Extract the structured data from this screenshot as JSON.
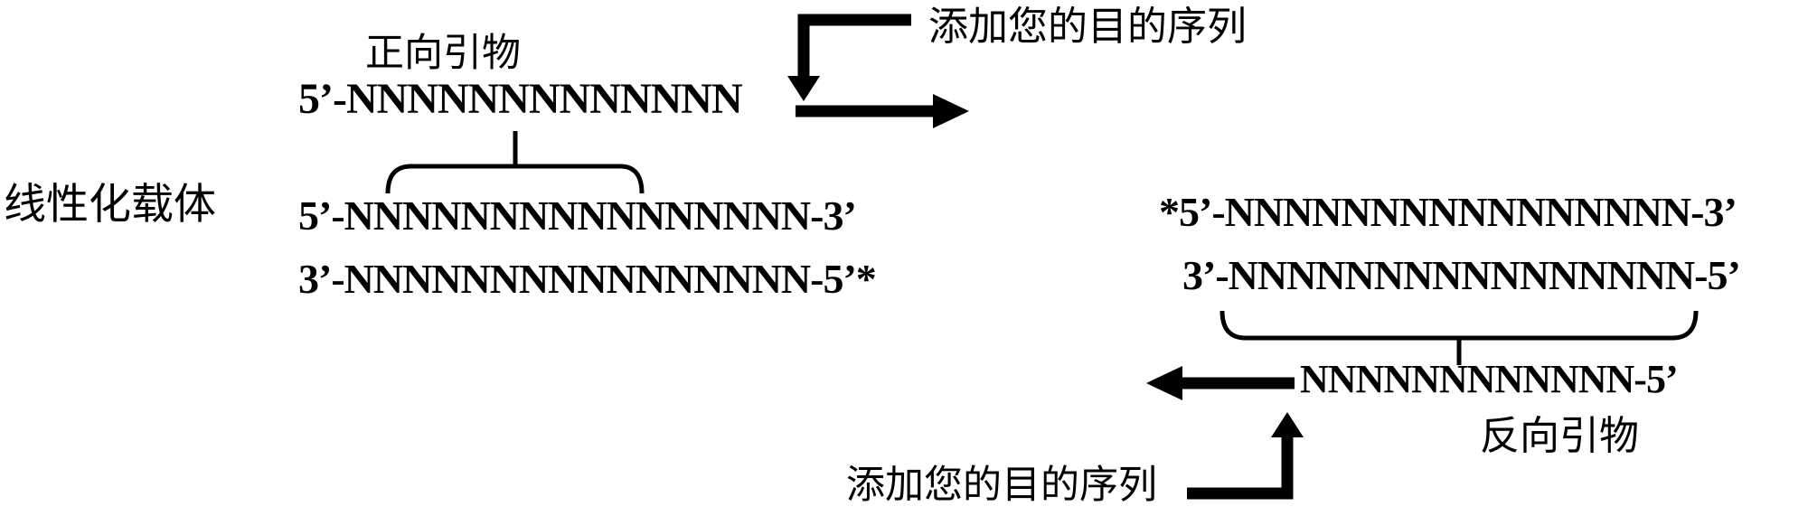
{
  "diagram": {
    "labels": {
      "vector": "线性化载体",
      "forward_primer": "正向引物",
      "reverse_primer": "反向引物",
      "insert_top": "添加您的目的序列",
      "insert_bottom": "添加您的目的序列"
    },
    "sequences": {
      "forward_primer": "5’-NNNNNNNNNNNNN",
      "left_top_strand": "5’-NNNNNNNNNNNNNNNN-3’",
      "left_bottom_strand": "3’-NNNNNNNNNNNNNNNN-5’*",
      "right_top_strand": "*5’-NNNNNNNNNNNNNNNN-3’",
      "right_bottom_strand": "3’-NNNNNNNNNNNNNNNN-5’",
      "reverse_primer": "NNNNNNNNNNNN-5’"
    },
    "icons": {
      "insert_elbow_down_arrow": "elbow-down-arrow",
      "forward_extension_arrow": "right-arrow",
      "homology_brace_left": "brace-pointing-up",
      "homology_brace_right": "brace-pointing-down",
      "reverse_extension_arrow": "left-arrow",
      "insert_elbow_up_arrow": "elbow-up-arrow"
    },
    "colors": {
      "ink": "#000000",
      "background": "#ffffff"
    }
  }
}
